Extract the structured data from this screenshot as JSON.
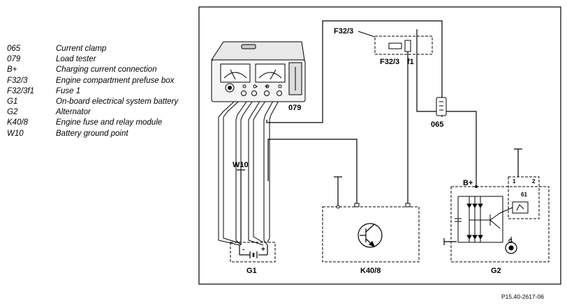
{
  "legend": [
    {
      "code": "065",
      "desc": "Current clamp"
    },
    {
      "code": "079",
      "desc": "Load tester"
    },
    {
      "code": "B+",
      "desc": "Charging current connection"
    },
    {
      "code": "F32/3",
      "desc": "Engine compartment prefuse box"
    },
    {
      "code": "F32/3f1",
      "desc": "Fuse 1"
    },
    {
      "code": "G1",
      "desc": "On-board electrical system battery"
    },
    {
      "code": "G2",
      "desc": "Alternator"
    },
    {
      "code": "K40/8",
      "desc": "Engine fuse and relay module"
    },
    {
      "code": "W10",
      "desc": "Battery ground point"
    }
  ],
  "diagram": {
    "f32_3": "F32/3",
    "f32_3_f1_a": "F32/3",
    "f32_3_f1_b": "f1",
    "tester": "079",
    "clamp": "065",
    "bplus": "B+",
    "w10": "W10",
    "g1": "G1",
    "k40_8": "K40/8",
    "g2": "G2",
    "reg_1": "1",
    "reg_2": "2",
    "reg_61": "61",
    "gen_g": "G",
    "bat_minus": "-",
    "bat_plus": "+",
    "tester_minus": "-",
    "tester_plus": "+"
  },
  "reference": "P15.40-2617-06"
}
